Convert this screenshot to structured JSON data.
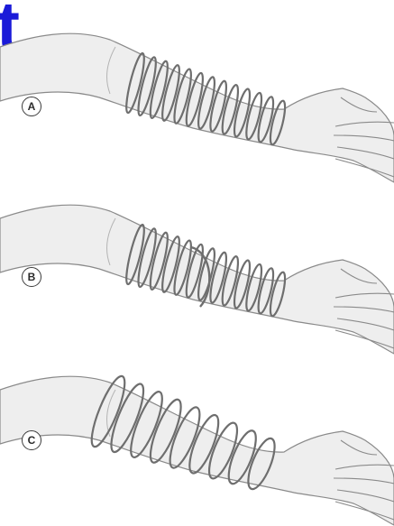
{
  "header": {
    "corner_glyph": "t"
  },
  "panels": [
    {
      "label": "A",
      "wrap_style": "even-spiral",
      "coil_count": 13
    },
    {
      "label": "B",
      "wrap_style": "spiral-with-crossover",
      "coil_count": 13
    },
    {
      "label": "C",
      "wrap_style": "loose-spiral",
      "coil_count": 9
    }
  ],
  "colors": {
    "skin": "#eeeeee",
    "skin_outline": "#8a8a8a",
    "coil": "#6e6e6e",
    "accent": "#1a1ad8"
  },
  "icons": {
    "hand": "open-hand-icon",
    "coil": "coil-icon"
  }
}
